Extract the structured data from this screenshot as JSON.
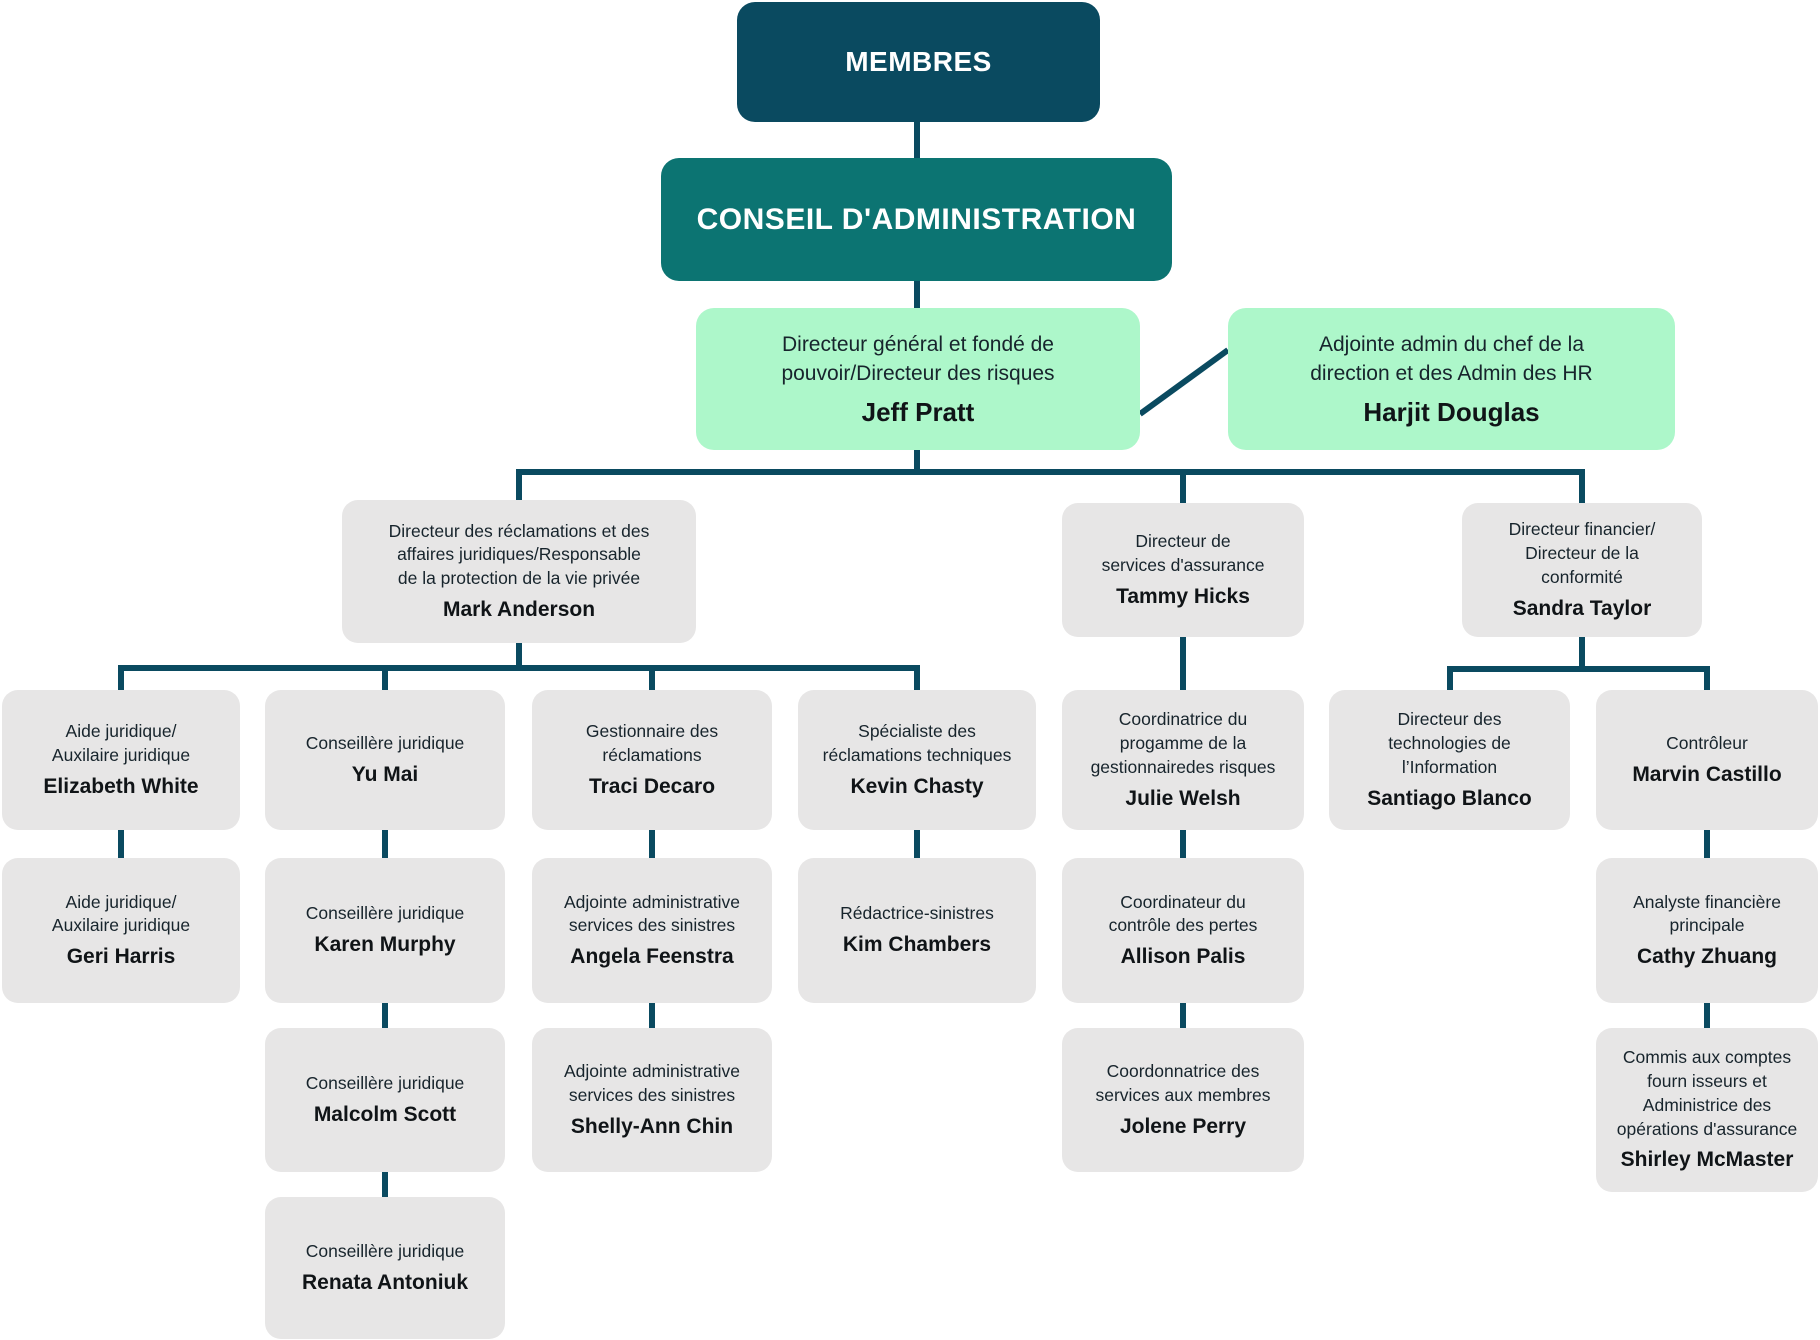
{
  "colors": {
    "navy": "#0a4a60",
    "teal": "#0c7472",
    "mint": "#adf7ca",
    "gray": "#e7e6e6",
    "line": "#0a4a60",
    "text-dark": "#17242c",
    "text-light": "#ffffff"
  },
  "nodes": {
    "membres": {
      "label": "MEMBRES"
    },
    "conseil": {
      "label": "CONSEIL D'ADMINISTRATION"
    },
    "jeff": {
      "title": "Directeur général et fondé de\npouvoir/Directeur des risques",
      "name": "Jeff Pratt"
    },
    "harjit": {
      "title": "Adjointe admin du chef de la\ndirection et des Admin des HR",
      "name": "Harjit Douglas"
    },
    "mark": {
      "title": "Directeur des réclamations et des\naffaires juridiques/Responsable\nde la protection de la vie privée",
      "name": "Mark Anderson"
    },
    "tammy": {
      "title": "Directeur de\nservices d'assurance",
      "name": "Tammy Hicks"
    },
    "sandra": {
      "title": "Directeur financier/\nDirecteur de la\nconformité",
      "name": "Sandra Taylor"
    },
    "elizabeth": {
      "title": "Aide juridique/\nAuxilaire juridique",
      "name": "Elizabeth White"
    },
    "yumai": {
      "title": "Conseillère juridique",
      "name": "Yu Mai"
    },
    "traci": {
      "title": "Gestionnaire des\nréclamations",
      "name": "Traci Decaro"
    },
    "kevin": {
      "title": "Spécialiste des\nréclamations techniques",
      "name": "Kevin Chasty"
    },
    "julie": {
      "title": "Coordinatrice du\nprogamme de la\ngestionnairedes risques",
      "name": "Julie Welsh"
    },
    "santiago": {
      "title": "Directeur des\ntechnologies de\nl’Information",
      "name": "Santiago Blanco"
    },
    "marvin": {
      "title": "Contrôleur",
      "name": "Marvin Castillo"
    },
    "geri": {
      "title": "Aide juridique/\nAuxilaire juridique",
      "name": "Geri Harris"
    },
    "karen": {
      "title": "Conseillère juridique",
      "name": "Karen Murphy"
    },
    "angela": {
      "title": "Adjointe administrative\nservices des sinistres",
      "name": "Angela Feenstra"
    },
    "kim": {
      "title": "Rédactrice-sinistres",
      "name": "Kim Chambers"
    },
    "allison": {
      "title": "Coordinateur du\ncontrôle des pertes",
      "name": "Allison Palis"
    },
    "cathy": {
      "title": "Analyste financière\nprincipale",
      "name": "Cathy Zhuang"
    },
    "malcolm": {
      "title": "Conseillère juridique",
      "name": "Malcolm Scott"
    },
    "shelly": {
      "title": "Adjointe administrative\nservices des sinistres",
      "name": "Shelly-Ann Chin"
    },
    "jolene": {
      "title": "Coordonnatrice des\nservices aux membres",
      "name": "Jolene Perry"
    },
    "shirley": {
      "title": "Commis aux comptes\nfourn isseurs et\nAdministrice des\nopérations d'assurance",
      "name": "Shirley McMaster"
    },
    "renata": {
      "title": "Conseillère juridique",
      "name": "Renata Antoniuk"
    }
  },
  "reporting": {
    "membres": [
      "conseil"
    ],
    "conseil": [
      "jeff"
    ],
    "jeff": [
      "harjit",
      "mark",
      "tammy",
      "sandra"
    ],
    "mark": [
      "elizabeth",
      "yumai",
      "traci",
      "kevin"
    ],
    "tammy": [
      "julie"
    ],
    "sandra": [
      "santiago",
      "marvin"
    ],
    "elizabeth": [
      "geri"
    ],
    "yumai": [
      "karen"
    ],
    "karen": [
      "malcolm"
    ],
    "malcolm": [
      "renata"
    ],
    "traci": [
      "angela"
    ],
    "angela": [
      "shelly"
    ],
    "kevin": [
      "kim"
    ],
    "julie": [
      "allison"
    ],
    "allison": [
      "jolene"
    ],
    "marvin": [
      "cathy"
    ],
    "cathy": [
      "shirley"
    ]
  }
}
